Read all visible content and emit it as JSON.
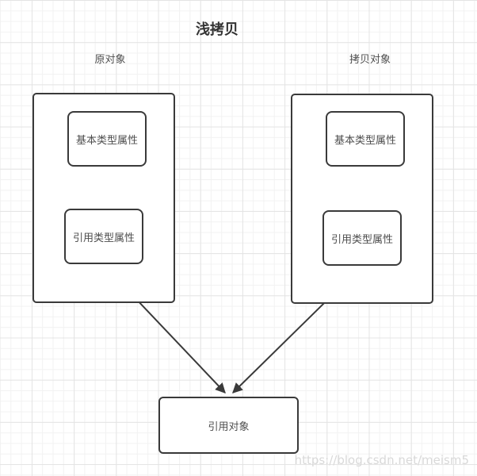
{
  "title": "浅拷贝",
  "diagram": {
    "left_group": {
      "label": "原对象",
      "boxes": [
        "基本类型属性",
        "引用类型属性"
      ]
    },
    "right_group": {
      "label": "拷贝对象",
      "boxes": [
        "基本类型属性",
        "引用类型属性"
      ]
    },
    "shared_box": "引用对象"
  },
  "watermark": "https://blog.csdn.net/meism5",
  "colors": {
    "stroke": "#3a3a3a",
    "text": "#4d4d4d",
    "title": "#333333",
    "grid_minor": "#f2f2f2",
    "grid_major": "#e4e4e4",
    "watermark": "#d9d9d9"
  }
}
